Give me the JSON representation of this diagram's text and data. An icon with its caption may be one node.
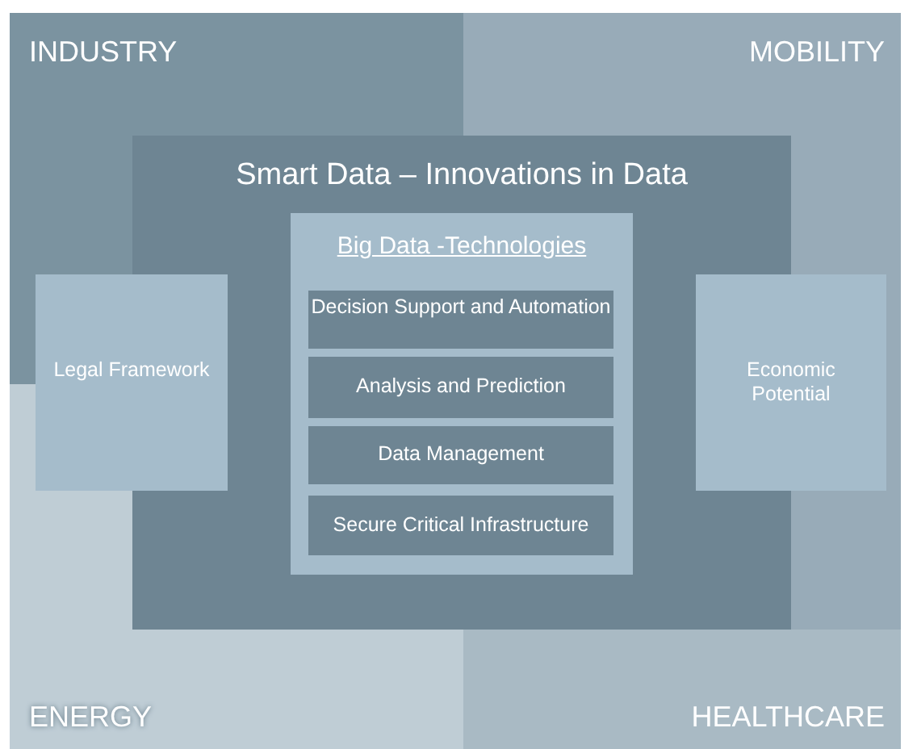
{
  "diagram": {
    "nodes": [
      {
        "text": [
          "INDUSTRY"
        ]
      },
      {
        "text": [
          "MOBILITY"
        ]
      },
      {
        "text": [
          "Smart Data – Innovations in Data"
        ]
      },
      {
        "text": [
          "Big Data -Technologies"
        ],
        "in": 2
      },
      {
        "text": [
          "Legal Framework"
        ]
      },
      {
        "text": [
          "Decision Support and Automation"
        ],
        "in": 3
      },
      {
        "text": [
          "Economic Potential"
        ]
      },
      {
        "text": [
          "Analysis and Prediction"
        ],
        "in": 3
      },
      {
        "text": [
          "Data Management"
        ],
        "in": 3
      },
      {
        "text": [
          "Secure Critical Infrastructure"
        ],
        "in": 3
      },
      {
        "text": [
          "ENERGY"
        ]
      },
      {
        "text": [
          "HEALTHCARE"
        ]
      }
    ],
    "edges": []
  }
}
